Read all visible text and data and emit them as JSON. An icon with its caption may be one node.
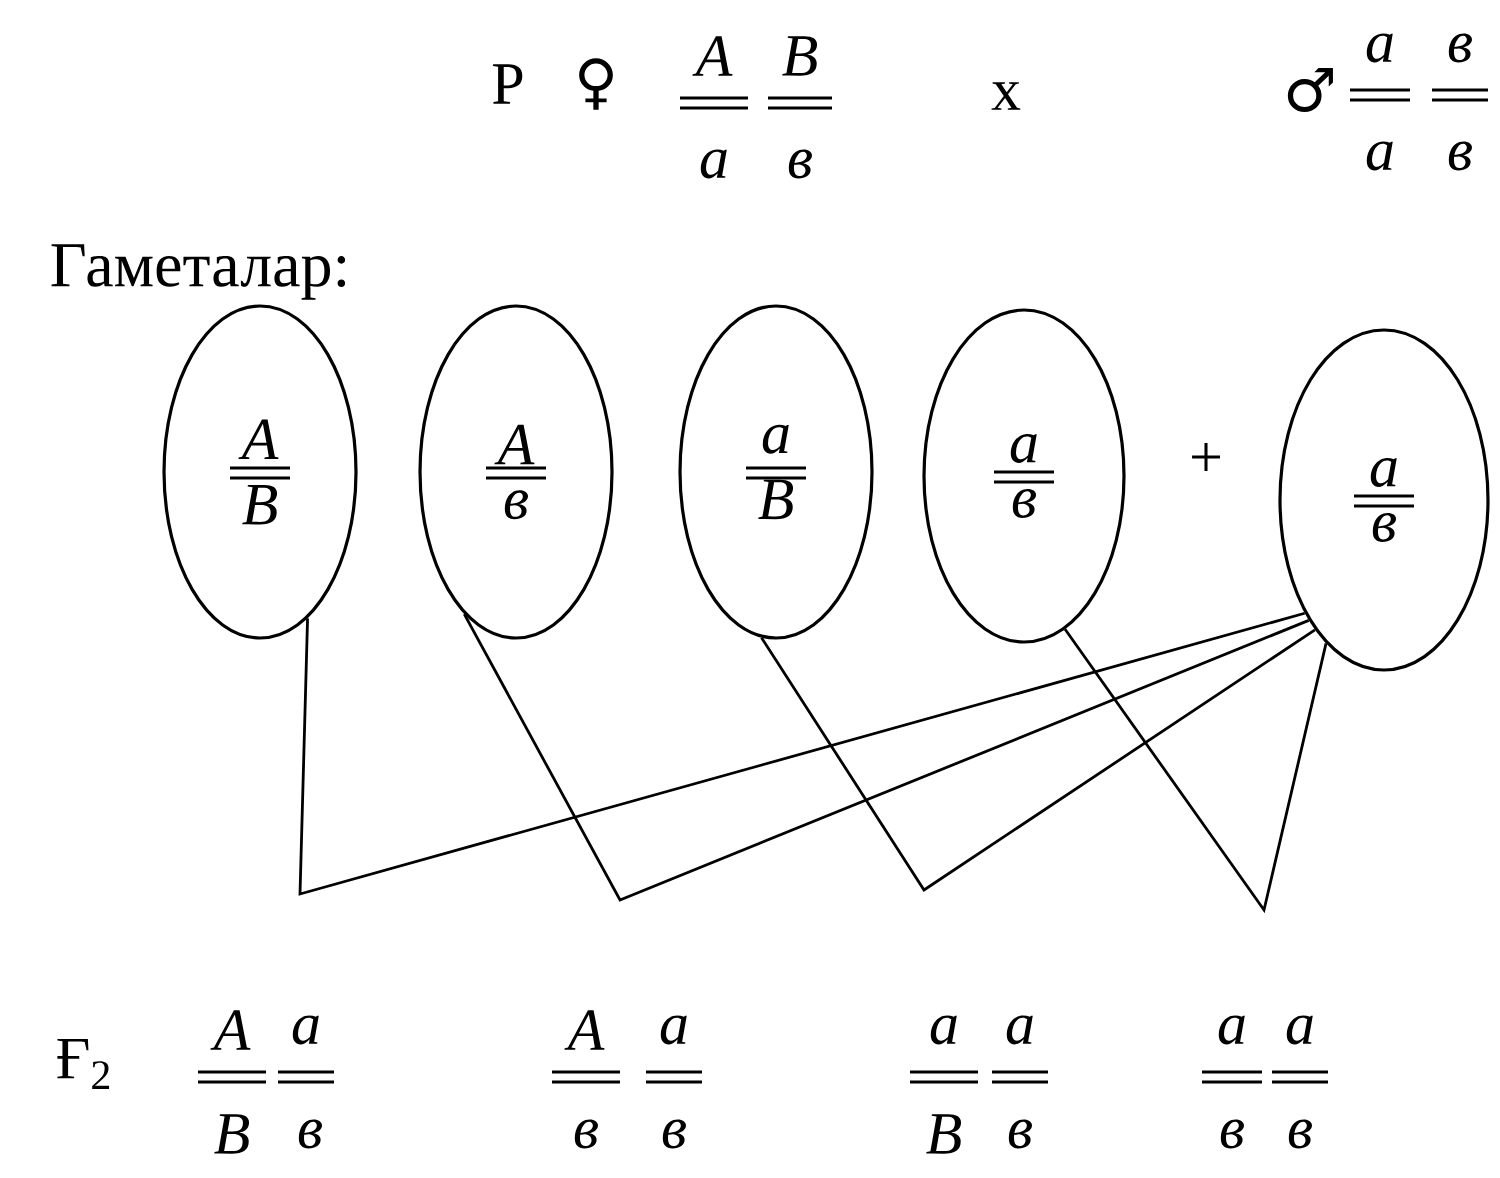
{
  "diagram": {
    "nodes": [
      {
        "text": [
          "A",
          "B"
        ]
      },
      {
        "text": [
          "A",
          "в"
        ]
      },
      {
        "text": [
          "a",
          "B"
        ]
      },
      {
        "text": [
          "a",
          "в"
        ]
      },
      {
        "text": [
          "a",
          "в"
        ]
      }
    ],
    "edges": [
      {
        "from": 0,
        "to": 4,
        "arrow": "none"
      },
      {
        "from": 1,
        "to": 4,
        "arrow": "none"
      },
      {
        "from": 2,
        "to": 4,
        "arrow": "none"
      },
      {
        "from": 3,
        "to": 4,
        "arrow": "none"
      }
    ],
    "labels": [
      "P",
      "♀",
      "A",
      "B",
      "x",
      "♂",
      "a",
      "в",
      "a",
      "в",
      "a",
      "в",
      "Гаметалар:",
      "+",
      "Ғ$_{2}$",
      "A",
      "a",
      "A",
      "a",
      "a",
      "a",
      "a",
      "a",
      "B",
      "в",
      "в",
      "в",
      "B",
      "в",
      "в",
      "в"
    ]
  }
}
